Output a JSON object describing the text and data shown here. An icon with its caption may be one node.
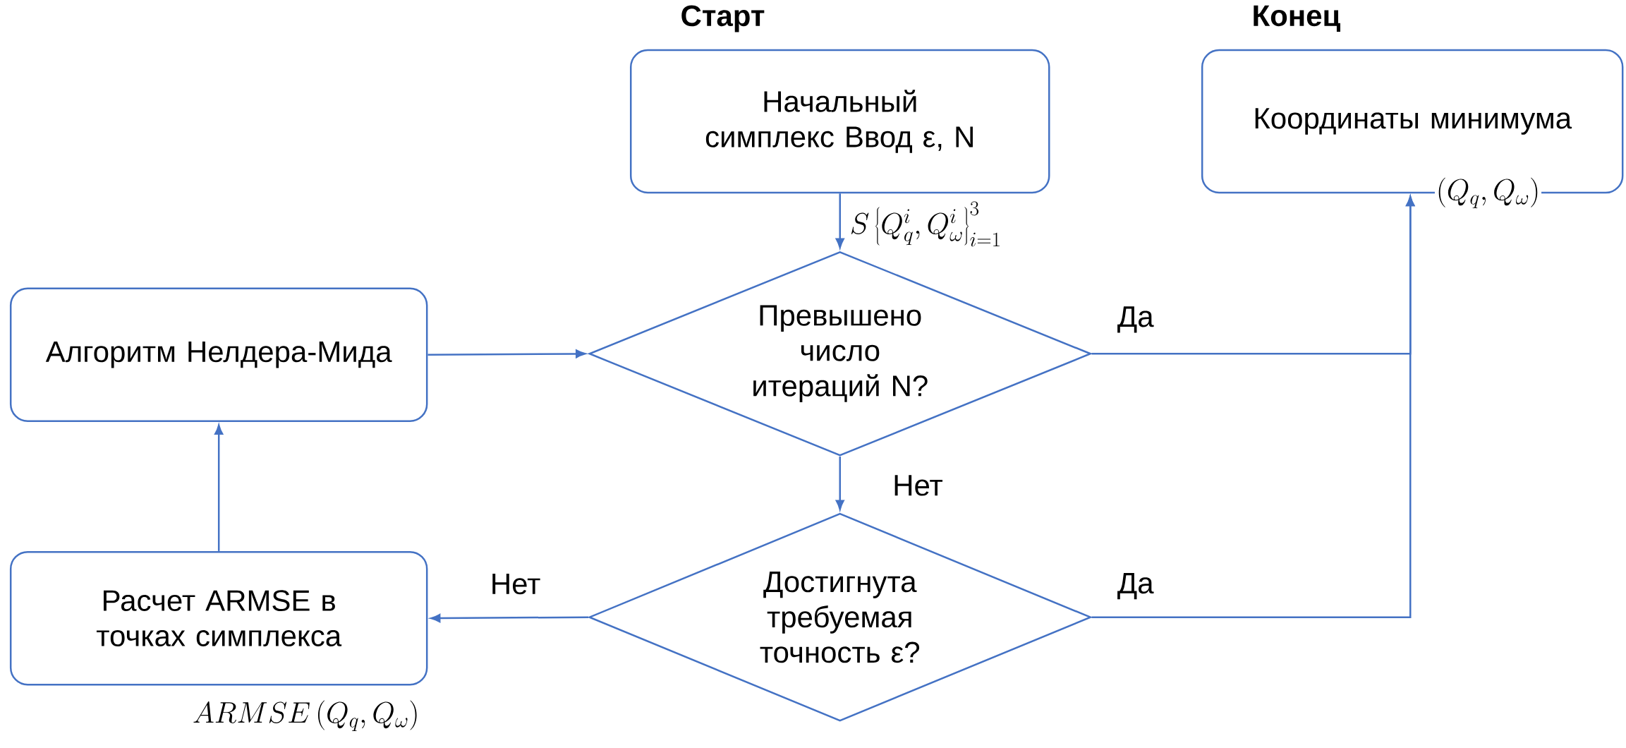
{
  "diagram": {
    "nodes": [
      {
        "text": [
          "Старт",
          "Начальный симплекс Ввод ε, N"
        ]
      },
      {
        "text": [
          "Конец",
          "Координаты минимума"
        ]
      },
      {
        "text": [
          "Превышено число итераций N?"
        ]
      },
      {
        "text": [
          "Алгоритм Нелдера-Мида"
        ]
      },
      {
        "text": [
          "Достигнута требуемая точность ε?"
        ]
      },
      {
        "text": [
          "Расчет ARMSE в точках симплекса"
        ],
        "beside": [
          "ARMSE\\left(Q_q, Q_\\omega\\right)"
        ]
      }
    ],
    "edges": [
      {
        "from": 0,
        "to": 2,
        "arrow": "to",
        "label": "S\\left\\{Q_q^i, Q_\\omega^i\\right\\}_{i=1}^{3}"
      },
      {
        "from": 2,
        "to": 1,
        "arrow": "to",
        "label": "Да"
      },
      {
        "from": 2,
        "to": 4,
        "arrow": "to",
        "label": "Нет"
      },
      {
        "from": 4,
        "to": 1,
        "arrow": "to",
        "label": "Да"
      },
      {
        "from": 4,
        "to": 5,
        "arrow": "to",
        "label": "Нет"
      },
      {
        "from": 5,
        "to": 3,
        "arrow": "to"
      },
      {
        "from": 3,
        "to": 2,
        "arrow": "to"
      }
    ],
    "labels": [
      "\\left(Q_q, Q_\\omega\\right)"
    ]
  }
}
